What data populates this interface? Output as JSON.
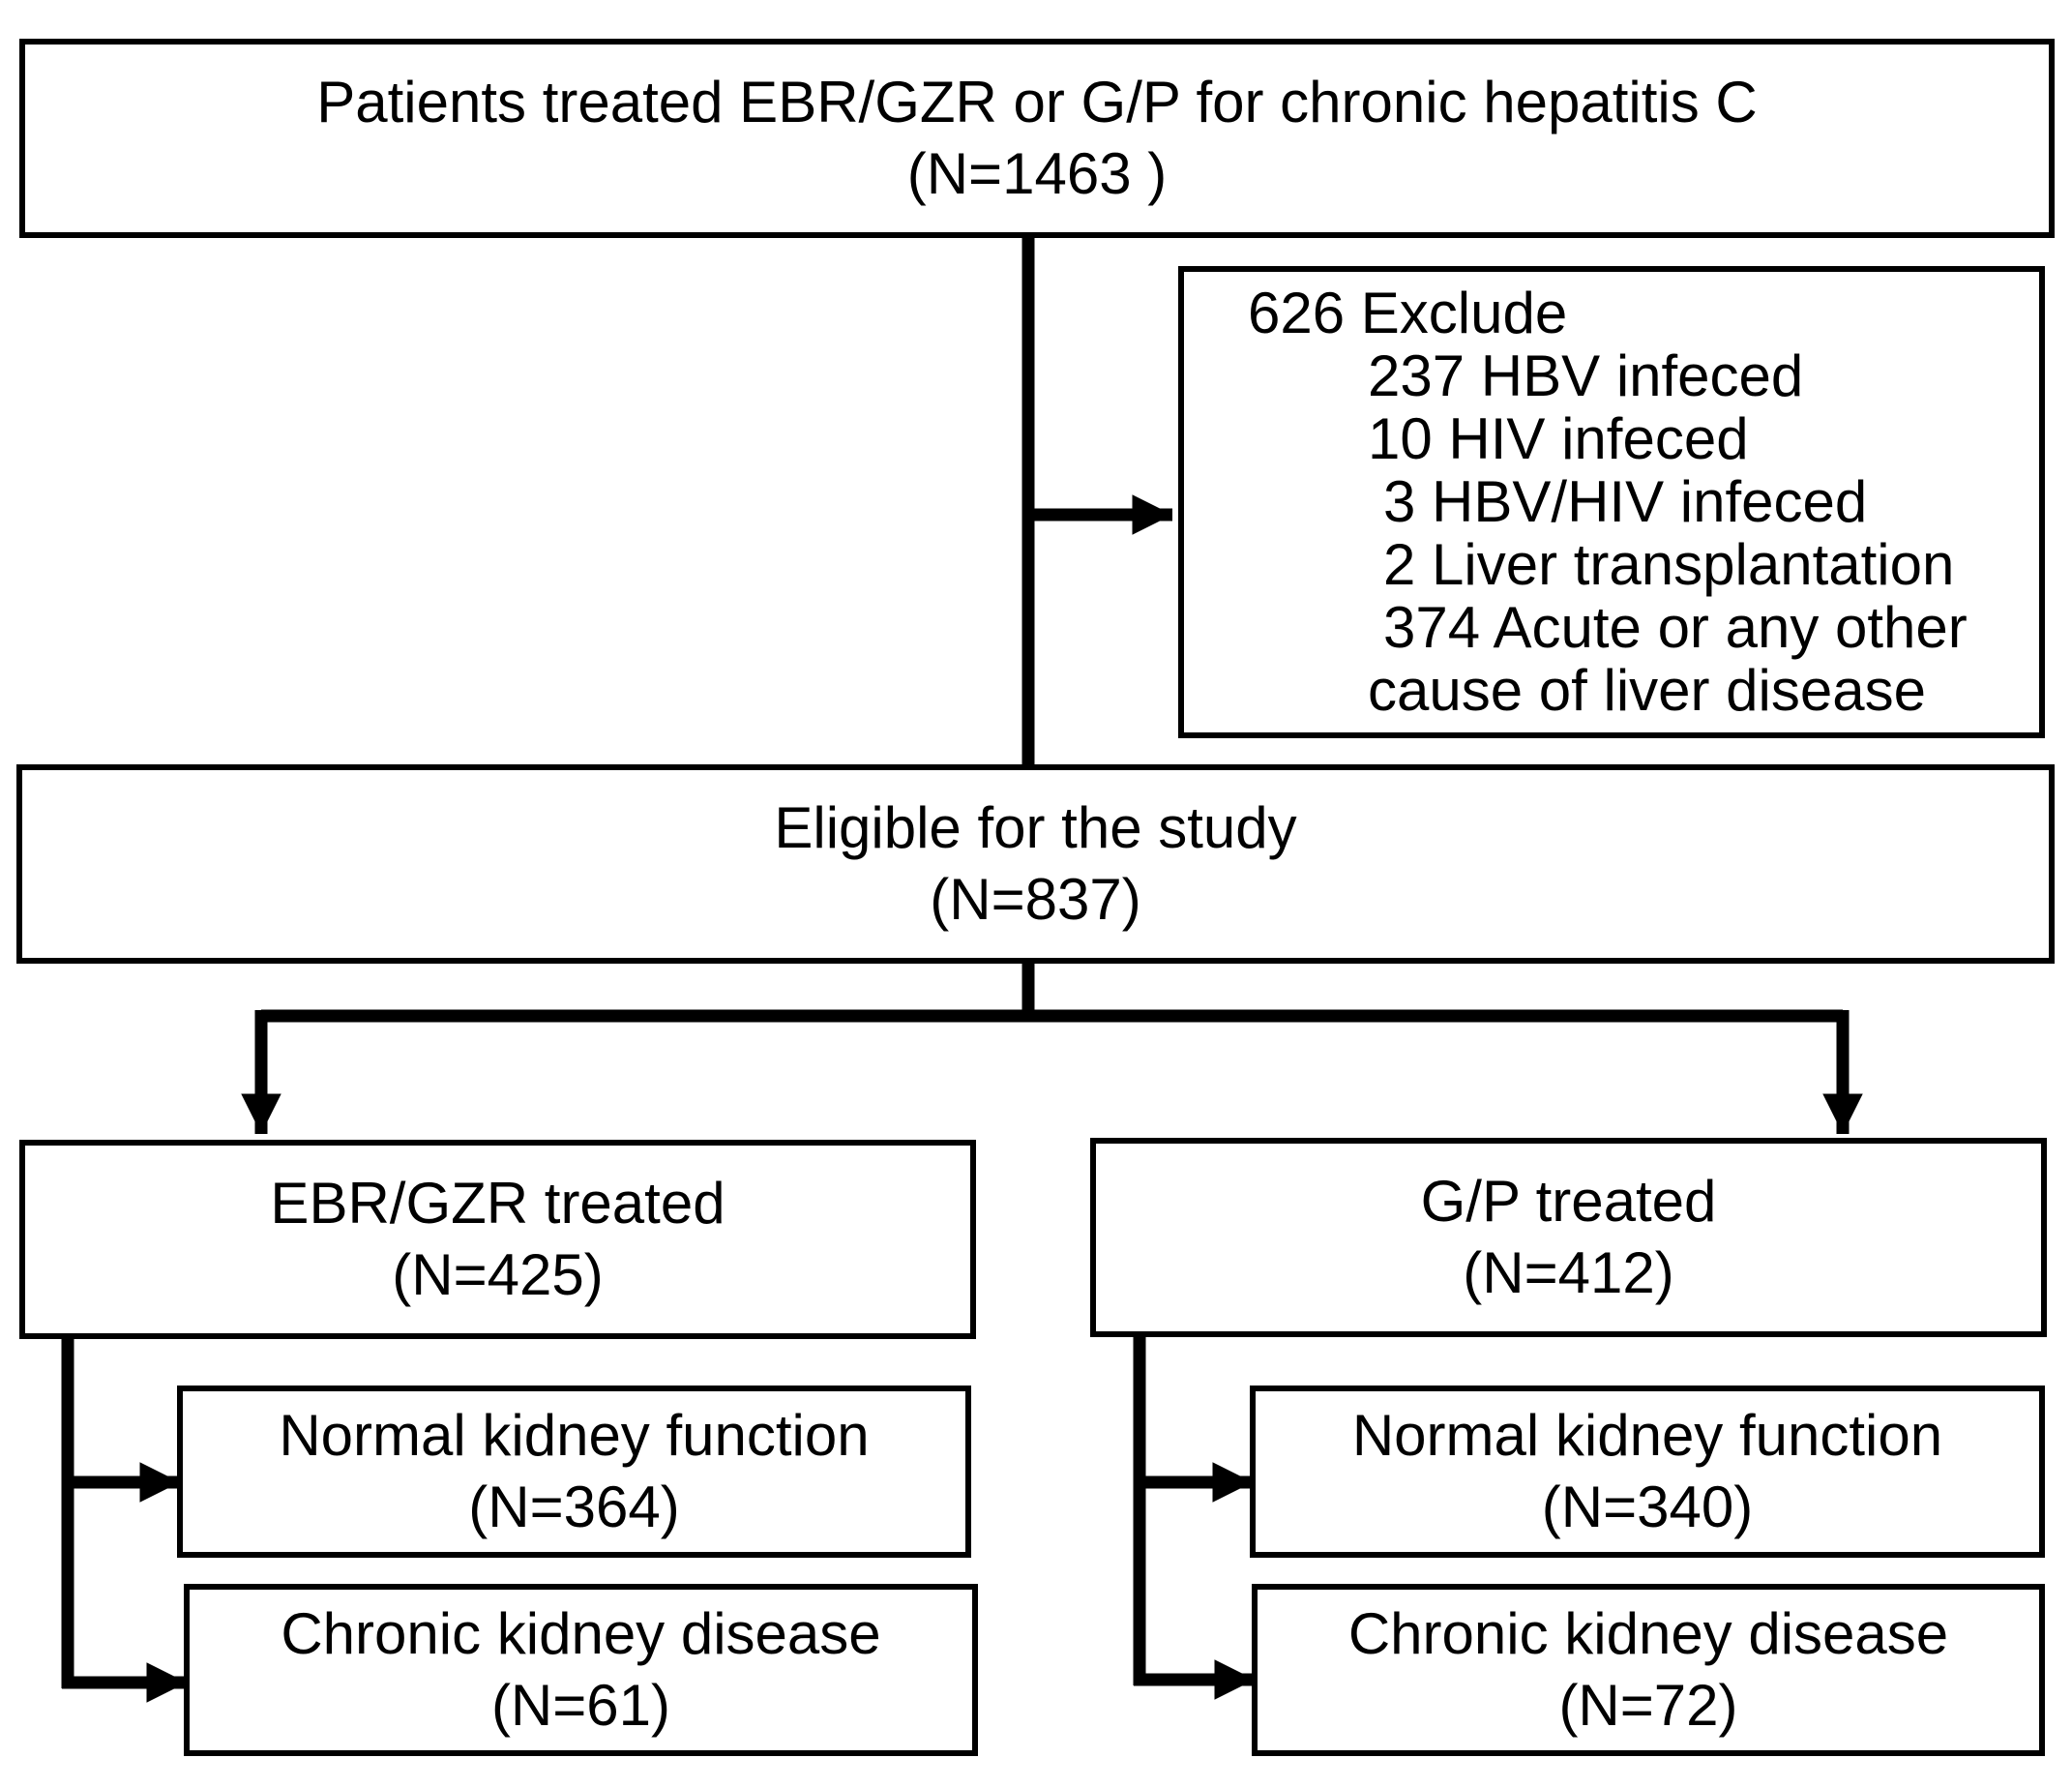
{
  "boxes": {
    "patients": {
      "title": "Patients treated EBR/GZR or G/P for chronic hepatitis C",
      "count": "(N=1463 )"
    },
    "exclude": {
      "title": "626 Exclude",
      "items": [
        "237 HBV infeced",
        "10 HIV infeced",
        "3 HBV/HIV infeced",
        "2 Liver transplantation",
        "374 Acute or any other",
        "cause of liver disease"
      ]
    },
    "eligible": {
      "title": "Eligible for the study",
      "count": "(N=837)"
    },
    "ebr_gzr": {
      "title": "EBR/GZR treated",
      "count": "(N=425)"
    },
    "gp": {
      "title": "G/P  treated",
      "count": "(N=412)"
    },
    "ebr_normal": {
      "title": "Normal kidney function",
      "count": "(N=364)"
    },
    "ebr_ckd": {
      "title": "Chronic kidney disease",
      "count": "(N=61)"
    },
    "gp_normal": {
      "title": "Normal kidney function",
      "count": "(N=340)"
    },
    "gp_ckd": {
      "title": "Chronic kidney disease",
      "count": "(N=72)"
    }
  },
  "colors": {
    "line": "#000000",
    "background": "#ffffff"
  }
}
